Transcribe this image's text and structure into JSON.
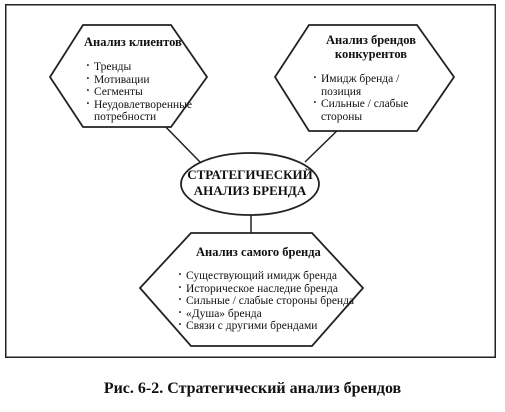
{
  "center": {
    "line1": "СТРАТЕГИЧЕСКИЙ",
    "line2": "АНАЛИЗ БРЕНДА"
  },
  "customers": {
    "title": "Анализ клиентов",
    "items": [
      "Тренды",
      "Мотивации",
      "Сегменты",
      "Неудовлетворенные потребности"
    ]
  },
  "competitors": {
    "title_line1": "Анализ брендов",
    "title_line2": "конкурентов",
    "items": [
      "Имидж бренда / позиция",
      "Сильные / слабые стороны"
    ]
  },
  "self": {
    "title": "Анализ самого бренда",
    "items": [
      "Существующий имидж бренда",
      "Историческое наследие бренда",
      "Сильные / слабые стороны бренда",
      "«Душа» бренда",
      "Связи с другими брендами"
    ]
  },
  "caption": "Рис. 6-2. Стратегический анализ брендов"
}
